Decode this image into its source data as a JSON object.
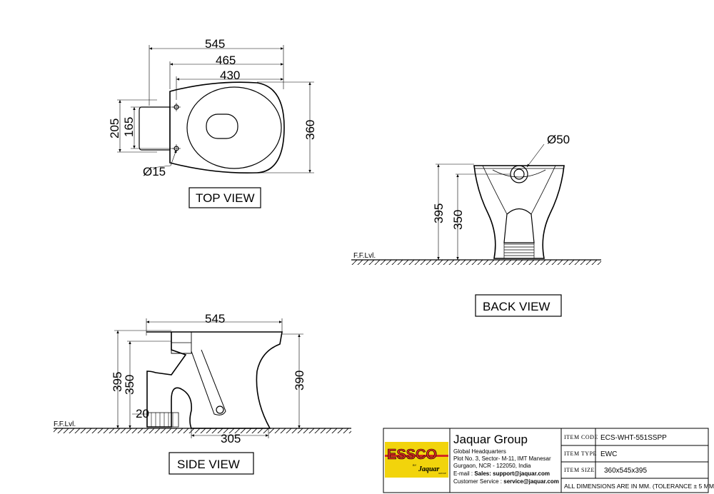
{
  "views": {
    "top": {
      "label": "TOP VIEW",
      "dims": {
        "d545": "545",
        "d465": "465",
        "d430": "430",
        "d360": "360",
        "d205": "205",
        "d165": "165",
        "d15": "Ø15"
      }
    },
    "back": {
      "label": "BACK VIEW",
      "dims": {
        "d50": "Ø50",
        "d395": "395",
        "d350": "350"
      },
      "ffl": "F.F.Lvl."
    },
    "side": {
      "label": "SIDE VIEW",
      "dims": {
        "d545": "545",
        "d395": "395",
        "d350": "350",
        "d390": "390",
        "d20": "20",
        "d305": "305"
      },
      "ffl": "F.F.Lvl."
    }
  },
  "title_block": {
    "logo": {
      "brand": "ESSCO",
      "by": "BY",
      "sub": "Jaquar",
      "group": "GROUP"
    },
    "company": "Jaquar Group",
    "address_lines": [
      "Global Headquarters",
      "Plot No. 3, Sector- M-11, IMT Manesar",
      "Gurgaon, NCR - 122050, India"
    ],
    "email_label": "E-mail : ",
    "email_value": "Sales: support@jaquar.com",
    "service_label": "Customer Service : ",
    "service_value": "service@jaquar.com",
    "fields": [
      {
        "label": "ITEM CODE",
        "value": "ECS-WHT-551SSPP"
      },
      {
        "label": "ITEM TYPE",
        "value": "EWC"
      },
      {
        "label": "ITEM SIZE",
        "value": "360x545x395"
      }
    ],
    "note": "ALL DIMENSIONS ARE IN MM. (TOLERANCE ± 5 MM)",
    "colors": {
      "logo_yellow": "#f2d40c",
      "logo_red": "#d52b1e"
    }
  }
}
